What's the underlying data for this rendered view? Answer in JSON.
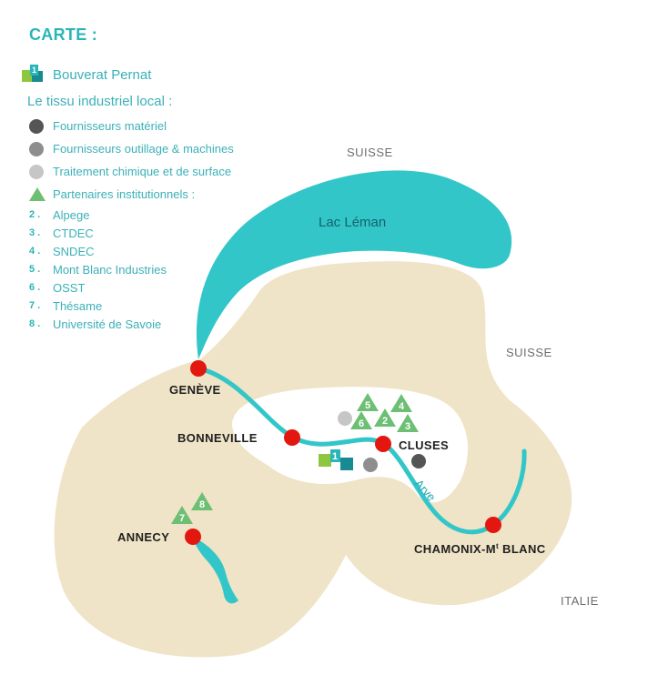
{
  "legend": {
    "title": "CARTE :",
    "company": {
      "number": "1",
      "label": "Bouverat Pernat"
    },
    "section_label": "Le tissu industriel local :",
    "categories": [
      {
        "label": "Fournisseurs matériel",
        "color": "#555555"
      },
      {
        "label": "Fournisseurs outillage & machines",
        "color": "#8e8e8e"
      },
      {
        "label": "Traitement chimique et de surface",
        "color": "#c6c6c6"
      }
    ],
    "partners_label": "Partenaires institutionnels :",
    "partners": [
      {
        "num": "2 .",
        "label": "Alpege"
      },
      {
        "num": "3 .",
        "label": "CTDEC"
      },
      {
        "num": "4 .",
        "label": "SNDEC"
      },
      {
        "num": "5 .",
        "label": "Mont Blanc Industries"
      },
      {
        "num": "6 .",
        "label": "OSST"
      },
      {
        "num": "7 .",
        "label": "Thésame"
      },
      {
        "num": "8 .",
        "label": "Université de Savoie"
      }
    ]
  },
  "map": {
    "countries": {
      "suisse_north": "SUISSE",
      "suisse_east": "SUISSE",
      "italie": "ITALIE"
    },
    "lake": "Lac Léman",
    "river": "Arve",
    "cities": {
      "geneve": "GENÈVE",
      "bonneville": "BONNEVILLE",
      "cluses": "CLUSES",
      "annecy": "ANNECY",
      "chamonix_main": "CHAMONIX-M",
      "chamonix_sup": "t",
      "chamonix_end": " BLANC"
    },
    "triangles": {
      "t2": "2",
      "t3": "3",
      "t4": "4",
      "t5": "5",
      "t6": "6",
      "t7": "7",
      "t8": "8"
    },
    "company_marker": "1"
  },
  "colors": {
    "land": "#efe4c7",
    "water": "#33c6c8",
    "city_dot": "#e3170f",
    "partner_triangle": "#6cbf73",
    "accent_text": "#3bb0b8"
  }
}
